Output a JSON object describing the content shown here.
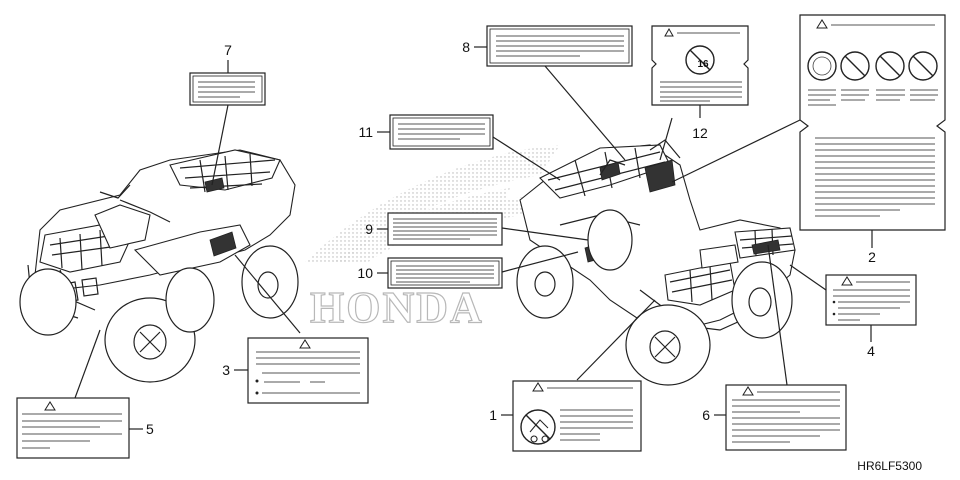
{
  "diagram": {
    "brand_watermark": "HONDA",
    "part_code": "HR6LF5300",
    "callouts": [
      {
        "id": "c1",
        "number": "1"
      },
      {
        "id": "c2",
        "number": "2"
      },
      {
        "id": "c3",
        "number": "3"
      },
      {
        "id": "c4",
        "number": "4"
      },
      {
        "id": "c5",
        "number": "5"
      },
      {
        "id": "c6",
        "number": "6"
      },
      {
        "id": "c7",
        "number": "7"
      },
      {
        "id": "c8",
        "number": "8"
      },
      {
        "id": "c9",
        "number": "9"
      },
      {
        "id": "c10",
        "number": "10"
      },
      {
        "id": "c11",
        "number": "11"
      },
      {
        "id": "c12",
        "number": "12"
      }
    ],
    "label_12_icon_text": "16"
  },
  "colors": {
    "line": "#222222",
    "watermark_dots": "#c8c8c8",
    "dark_label": "#555555"
  },
  "icons": [
    "warning-triangle-icon",
    "no-passenger-icon",
    "prohibition-circle-icon",
    "no-child-icon"
  ]
}
